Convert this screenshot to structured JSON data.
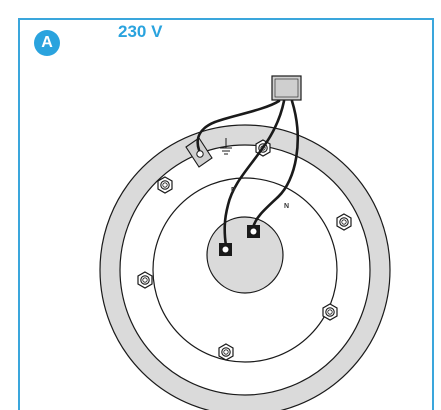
{
  "panel": {
    "badge_label": "A",
    "voltage_label": "230 V"
  },
  "terminals": {
    "phase_label": "P",
    "neutral_label": "N"
  },
  "colors": {
    "accent": "#2aa3de",
    "outer_ring": "#dadada",
    "hub": "#dadada",
    "line": "#1a1a1a"
  },
  "icons": {
    "ground": "ground-symbol-icon",
    "bolt": "hex-bolt-icon",
    "junction_box": "junction-box-icon"
  }
}
